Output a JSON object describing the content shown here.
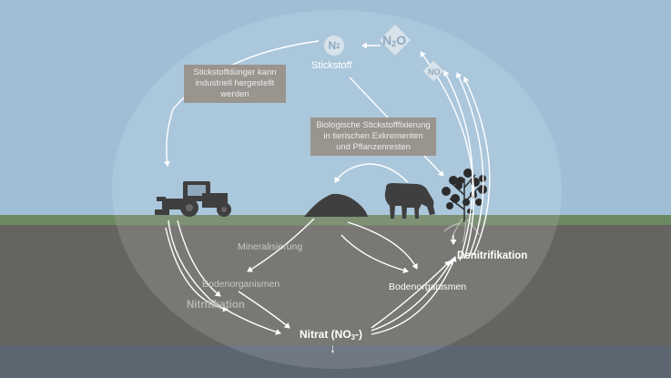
{
  "labels": {
    "stickstoff": "Stickstoff",
    "n2": "N",
    "n2_sub": "2",
    "n2o": "N",
    "n2o_sub": "2",
    "n2o_o": "O",
    "no": "NO",
    "fertilizer_note": "Stickstoffdünger kann industriell hergestellt werden",
    "fixation_note": "Biologische Stickstofffixierung in tierischen Exkrementen und Pflanzenresten",
    "mineralisierung": "Mineralisierung",
    "bodenorganismen_left": "Bodenorganismen",
    "bodenorganismen_right": "Bodenorganismen",
    "nitrifikation": "Nitrifikation",
    "denitrifikation": "Denitrifikation",
    "nitrat": "Nitrat (NO",
    "nitrat_sub": "3",
    "nitrat_end": "-)",
    "down_arrow": "↓"
  },
  "colors": {
    "sky": "#9fbfd6",
    "ground": "#666460",
    "grass": "#6d8963",
    "groundwater": "#5b6671",
    "box": "#9a948f",
    "silhouette": "#3f3f3f",
    "gas_badge": "#d7e2ea"
  }
}
